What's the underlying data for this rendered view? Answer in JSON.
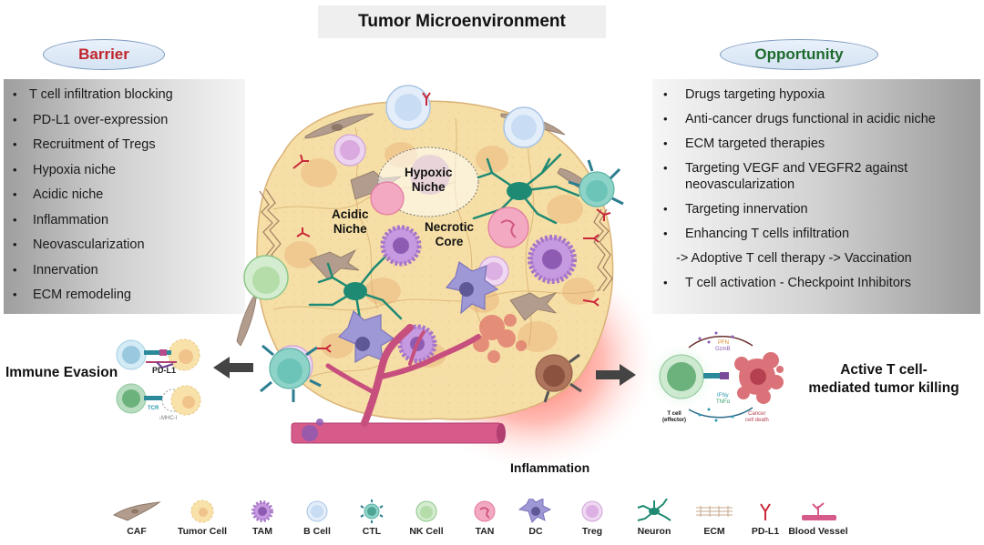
{
  "title": "Tumor Microenvironment",
  "barrier": {
    "heading": "Barrier",
    "heading_color": "#c0262c",
    "items": [
      "T cell infiltration blocking",
      "PD-L1 over-expression",
      "Recruitment of Tregs",
      "Hypoxia niche",
      "Acidic niche",
      "Inflammation",
      "Neovascularization",
      "Innervation",
      "ECM remodeling"
    ]
  },
  "opportunity": {
    "heading": "Opportunity",
    "heading_color": "#1e6b2d",
    "items": [
      {
        "text": "Drugs targeting hypoxia",
        "bullet": true
      },
      {
        "text": "Anti-cancer drugs functional in acidic niche",
        "bullet": true
      },
      {
        "text": "ECM targeted therapies",
        "bullet": true
      },
      {
        "text": "Targeting VEGF and VEGFR2 against neovascularization",
        "bullet": true
      },
      {
        "text": "Targeting innervation",
        "bullet": true
      },
      {
        "text": "Enhancing T cells infiltration",
        "bullet": true
      },
      {
        "text": "-> Adoptive T cell  therapy ->  Vaccination",
        "bullet": false
      },
      {
        "text": "T cell activation - Checkpoint Inhibitors",
        "bullet": true
      }
    ]
  },
  "bullet_glyph": "•",
  "tumor_labels": {
    "hypoxic": [
      "Hypoxic",
      "Niche"
    ],
    "acidic": [
      "Acidic",
      "Niche"
    ],
    "necrotic": [
      "Necrotic",
      "Core"
    ],
    "inflammation": "Inflammation"
  },
  "immune_evasion": {
    "label": "Immune Evasion",
    "pdl1_label": "PD-L1",
    "tcr_label": "TCR",
    "mhc_label": "↓MHC-I"
  },
  "tcell_killing": {
    "label_line1": "Active  T cell-",
    "label_line2": "mediated tumor  killing",
    "pfn_label": "PFN",
    "gzmb_label": "GzmB",
    "ifng_label": "IFNγ",
    "tnfa_label": "TNFα",
    "tcell_label": [
      "T cell",
      "(effector)"
    ],
    "death_label": [
      "Cancer",
      "cell death"
    ]
  },
  "legend": [
    {
      "label": "CAF",
      "icon": "caf-icon"
    },
    {
      "label": "Tumor Cell",
      "icon": "tumor-cell-icon"
    },
    {
      "label": "TAM",
      "icon": "tam-icon"
    },
    {
      "label": "B Cell",
      "icon": "b-cell-icon"
    },
    {
      "label": "CTL",
      "icon": "ctl-icon"
    },
    {
      "label": "NK Cell",
      "icon": "nk-cell-icon"
    },
    {
      "label": "TAN",
      "icon": "tan-icon"
    },
    {
      "label": "DC",
      "icon": "dc-icon"
    },
    {
      "label": "Treg",
      "icon": "treg-icon"
    },
    {
      "label": "Neuron",
      "icon": "neuron-icon"
    },
    {
      "label": "ECM",
      "icon": "ecm-icon"
    },
    {
      "label": "PD-L1",
      "icon": "pd-l1-icon"
    },
    {
      "label": "Blood Vessel",
      "icon": "blood-vessel-icon"
    }
  ],
  "colors": {
    "tumor_fill": "#f7e2a8",
    "tumor_core": "#efc88e",
    "tam": "#b985d6",
    "b_cell": "#cfe0f3",
    "ctl": "#6cc3b8",
    "nk_cell": "#bfe2b4",
    "tan": "#ee8fae",
    "dc": "#8d87c9",
    "treg": "#e7c3ea",
    "neuron": "#1f8a73",
    "caf": "#a48c7c",
    "pd_l1": "#c9283a",
    "vessel": "#cf4f7e",
    "inflammation": "#ff4a3d"
  }
}
